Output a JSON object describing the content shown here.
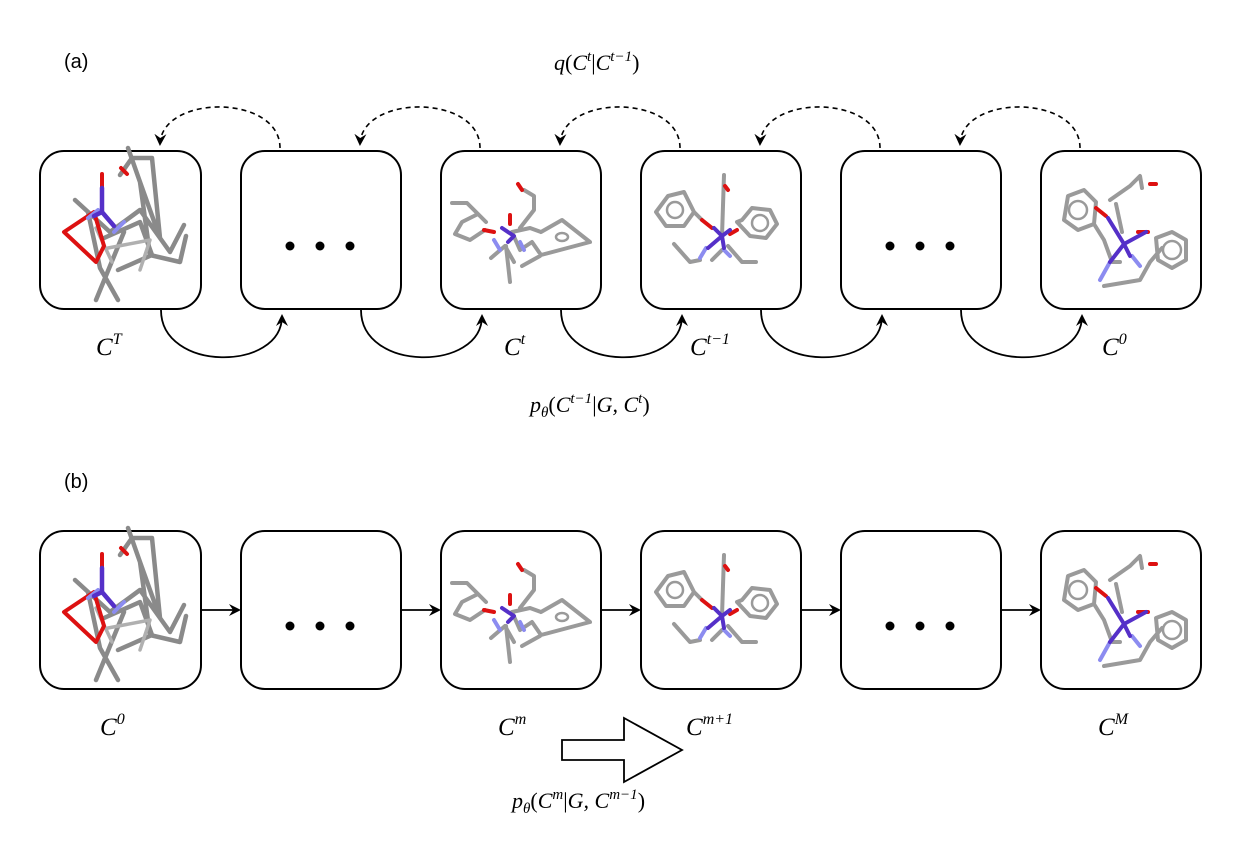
{
  "panel_a": {
    "label": "(a)",
    "forward_process": {
      "fn": "q",
      "lhs": "C",
      "lhs_sup": "t",
      "bar": "|",
      "rhs": "C",
      "rhs_sup": "t−1"
    },
    "reverse_process": {
      "fn": "p",
      "fn_sub": "θ",
      "lhs": "C",
      "lhs_sup": "t−1",
      "bar": "|",
      "cond": "G, ",
      "rhs": "C",
      "rhs_sup": "t"
    },
    "frames": [
      {
        "base": "C",
        "sup": "T",
        "content": "molecule-noisy"
      },
      {
        "content": "ellipsis"
      },
      {
        "base": "C",
        "sup": "t",
        "content": "molecule-partial"
      },
      {
        "base": "C",
        "sup": "t−1",
        "content": "molecule-near"
      },
      {
        "content": "ellipsis"
      },
      {
        "base": "C",
        "sup": "0",
        "content": "molecule-final"
      }
    ]
  },
  "panel_b": {
    "label": "(b)",
    "process": {
      "fn": "p",
      "fn_sub": "θ",
      "lhs": "C",
      "lhs_sup": "m",
      "bar": "|",
      "cond": "G, ",
      "rhs": "C",
      "rhs_sup": "m−1"
    },
    "frames": [
      {
        "base": "C",
        "sup": "0",
        "content": "molecule-noisy"
      },
      {
        "content": "ellipsis"
      },
      {
        "base": "C",
        "sup": "m",
        "content": "molecule-partial"
      },
      {
        "base": "C",
        "sup": "m+1",
        "content": "molecule-near"
      },
      {
        "content": "ellipsis"
      },
      {
        "base": "C",
        "sup": "M",
        "content": "molecule-final"
      }
    ]
  },
  "colors": {
    "bond": "#9a9a9a",
    "oxygen": "#dd1111",
    "nitrogen": "#8c8cf0",
    "metal": "#5530c8",
    "arrow": "#000000"
  }
}
